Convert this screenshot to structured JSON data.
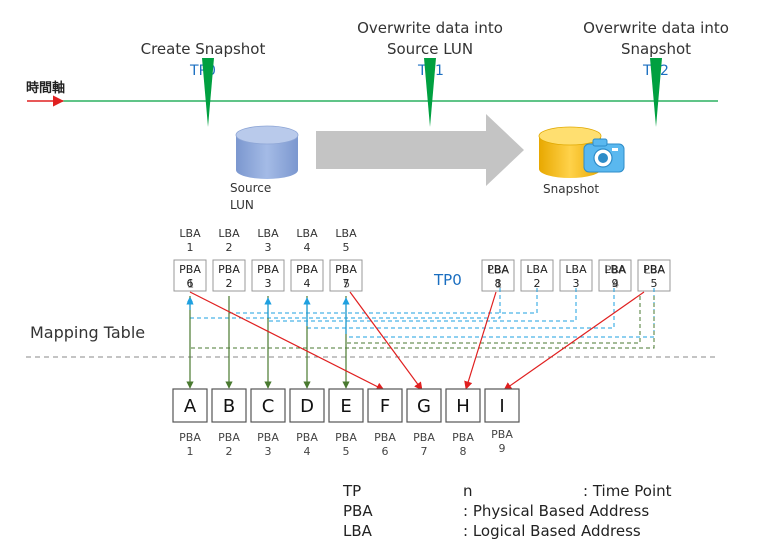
{
  "timeline": {
    "axis_label": "時間軸",
    "events": [
      {
        "title_lines": [
          "Create Snapshot"
        ],
        "tp": "TP0"
      },
      {
        "title_lines": [
          "Overwrite data into",
          "Source LUN"
        ],
        "tp": "TP1"
      },
      {
        "title_lines": [
          "Overwrite data into",
          "Snapshot"
        ],
        "tp": "TP2"
      }
    ]
  },
  "source_lun": {
    "label_lines": [
      "Source",
      "LUN"
    ]
  },
  "snapshot": {
    "label": "Snapshot"
  },
  "lba_headers": [
    {
      "line1": "LBA",
      "line2": "1"
    },
    {
      "line1": "LBA",
      "line2": "2"
    },
    {
      "line1": "LBA",
      "line2": "3"
    },
    {
      "line1": "LBA",
      "line2": "4"
    },
    {
      "line1": "LBA",
      "line2": "5"
    }
  ],
  "source_entries": [
    {
      "line1": "PBA",
      "line2": "6",
      "overlay": "1"
    },
    {
      "line1": "PBA",
      "line2": "2"
    },
    {
      "line1": "PBA",
      "line2": "3"
    },
    {
      "line1": "PBA",
      "line2": "4"
    },
    {
      "line1": "PBA",
      "line2": "7",
      "overlay": "5"
    }
  ],
  "snapshot_tp_label": "TP0",
  "snapshot_entries": [
    {
      "line1": "PBA",
      "line2": "8",
      "overlay1": "LBA",
      "overlay2": "1"
    },
    {
      "line1": "LBA",
      "line2": "2"
    },
    {
      "line1": "LBA",
      "line2": "3"
    },
    {
      "line1": "LBA",
      "line2": "9",
      "overlay1": "PBA",
      "overlay2": "4"
    },
    {
      "line1": "PBA",
      "line2": "5",
      "overlay1": "LBA"
    }
  ],
  "mapping_table_label": "Mapping Table",
  "blocks": [
    {
      "letter": "A",
      "pba": "PBA",
      "num": "1"
    },
    {
      "letter": "B",
      "pba": "PBA",
      "num": "2"
    },
    {
      "letter": "C",
      "pba": "PBA",
      "num": "3"
    },
    {
      "letter": "D",
      "pba": "PBA",
      "num": "4"
    },
    {
      "letter": "E",
      "pba": "PBA",
      "num": "5"
    },
    {
      "letter": "F",
      "pba": "PBA",
      "num": "6"
    },
    {
      "letter": "G",
      "pba": "PBA",
      "num": "7"
    },
    {
      "letter": "H",
      "pba": "PBA",
      "num": "8"
    },
    {
      "letter": "I",
      "pba": "PBA",
      "num": "9"
    }
  ],
  "legend": [
    {
      "term": "TP",
      "mid": "n",
      "desc": ": Time Point"
    },
    {
      "term": "PBA",
      "mid": "",
      "desc": ": Physical Based Address"
    },
    {
      "term": "LBA",
      "mid": "",
      "desc": ": Logical Based Address"
    }
  ],
  "colors": {
    "timeline_green": "#00a040",
    "tp_blue": "#1a6ec0",
    "red": "#e02020",
    "olive_green": "#4a7a30",
    "light_blue": "#1ea0e0",
    "cylinder_blue": "#8faadc",
    "cylinder_gold": "#f5b800",
    "arrow_gray": "#c0c0c0"
  }
}
